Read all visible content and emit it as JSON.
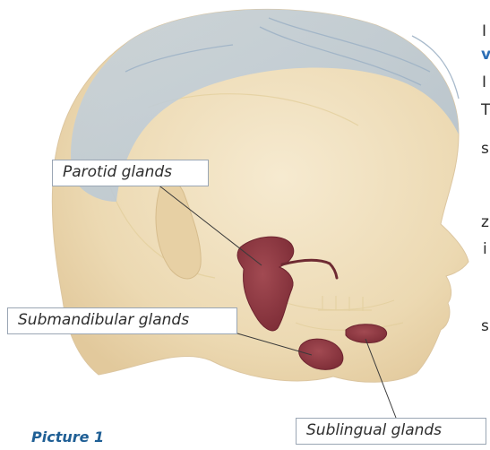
{
  "labels": {
    "parotid": "Parotid glands",
    "submandibular": "Submandibular glands",
    "sublingual": "Sublingual glands"
  },
  "caption": "Picture 1",
  "right_margin_fragments": [
    "I",
    "v",
    "I",
    "T",
    "s",
    "z",
    "i",
    "s"
  ],
  "colors": {
    "gland": "#8e3a43",
    "skin": "#efdcb5",
    "cap": "#b6c6d4",
    "label_border": "#9aa6b4",
    "caption": "#1f5f95"
  }
}
